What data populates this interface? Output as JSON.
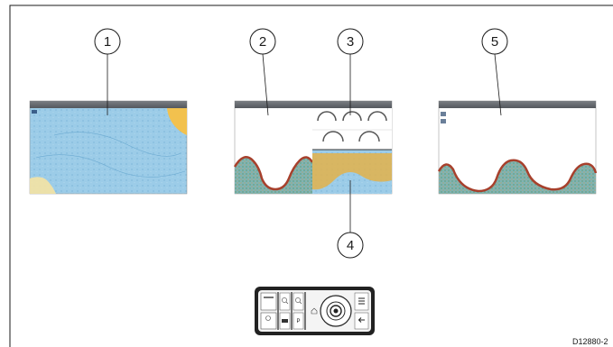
{
  "callouts": {
    "c1": "1",
    "c2": "2",
    "c3": "3",
    "c4": "4",
    "c5": "5"
  },
  "reference_code": "D12880-2",
  "colors": {
    "frame_border": "#1a1a1a",
    "chart_sea": "#8fc7e6",
    "chart_land": "#f2c14e",
    "sonar_background": "#ffffff",
    "sonar_bottom_red": "#a7402c",
    "sonar_bottom_fill": "#6fa8b0",
    "screen_top_bar": "#6a6e73",
    "keypad_border": "#222222",
    "keypad_body": "#f4f4f4"
  },
  "icons": {
    "keypad_rotary": "rotary-knob-icon",
    "keypad_zoom_in": "zoom-in-icon",
    "keypad_zoom_out": "zoom-out-icon",
    "keypad_home": "home-icon",
    "keypad_back": "back-arrow-icon",
    "keypad_menu": "menu-icon"
  }
}
